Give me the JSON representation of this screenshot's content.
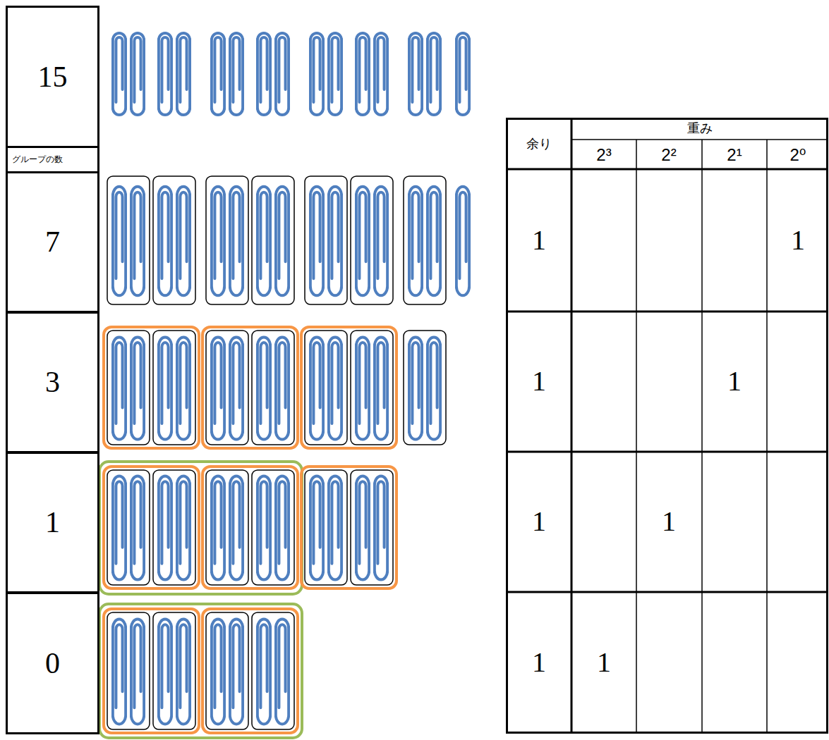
{
  "diagram": {
    "nodes": [
      {
        "text": [
          "15"
        ]
      },
      {
        "text": [
          "グループの数"
        ]
      },
      {
        "text": [
          "7"
        ]
      },
      {
        "text": [
          "3"
        ]
      },
      {
        "text": [
          "1"
        ]
      },
      {
        "text": [
          "0"
        ]
      }
    ],
    "labels": [
      "余り",
      "重み",
      "2³",
      "2²",
      "2¹",
      "2⁰",
      "1",
      "1",
      "1",
      "1",
      "1",
      "1",
      "1",
      "1"
    ]
  }
}
